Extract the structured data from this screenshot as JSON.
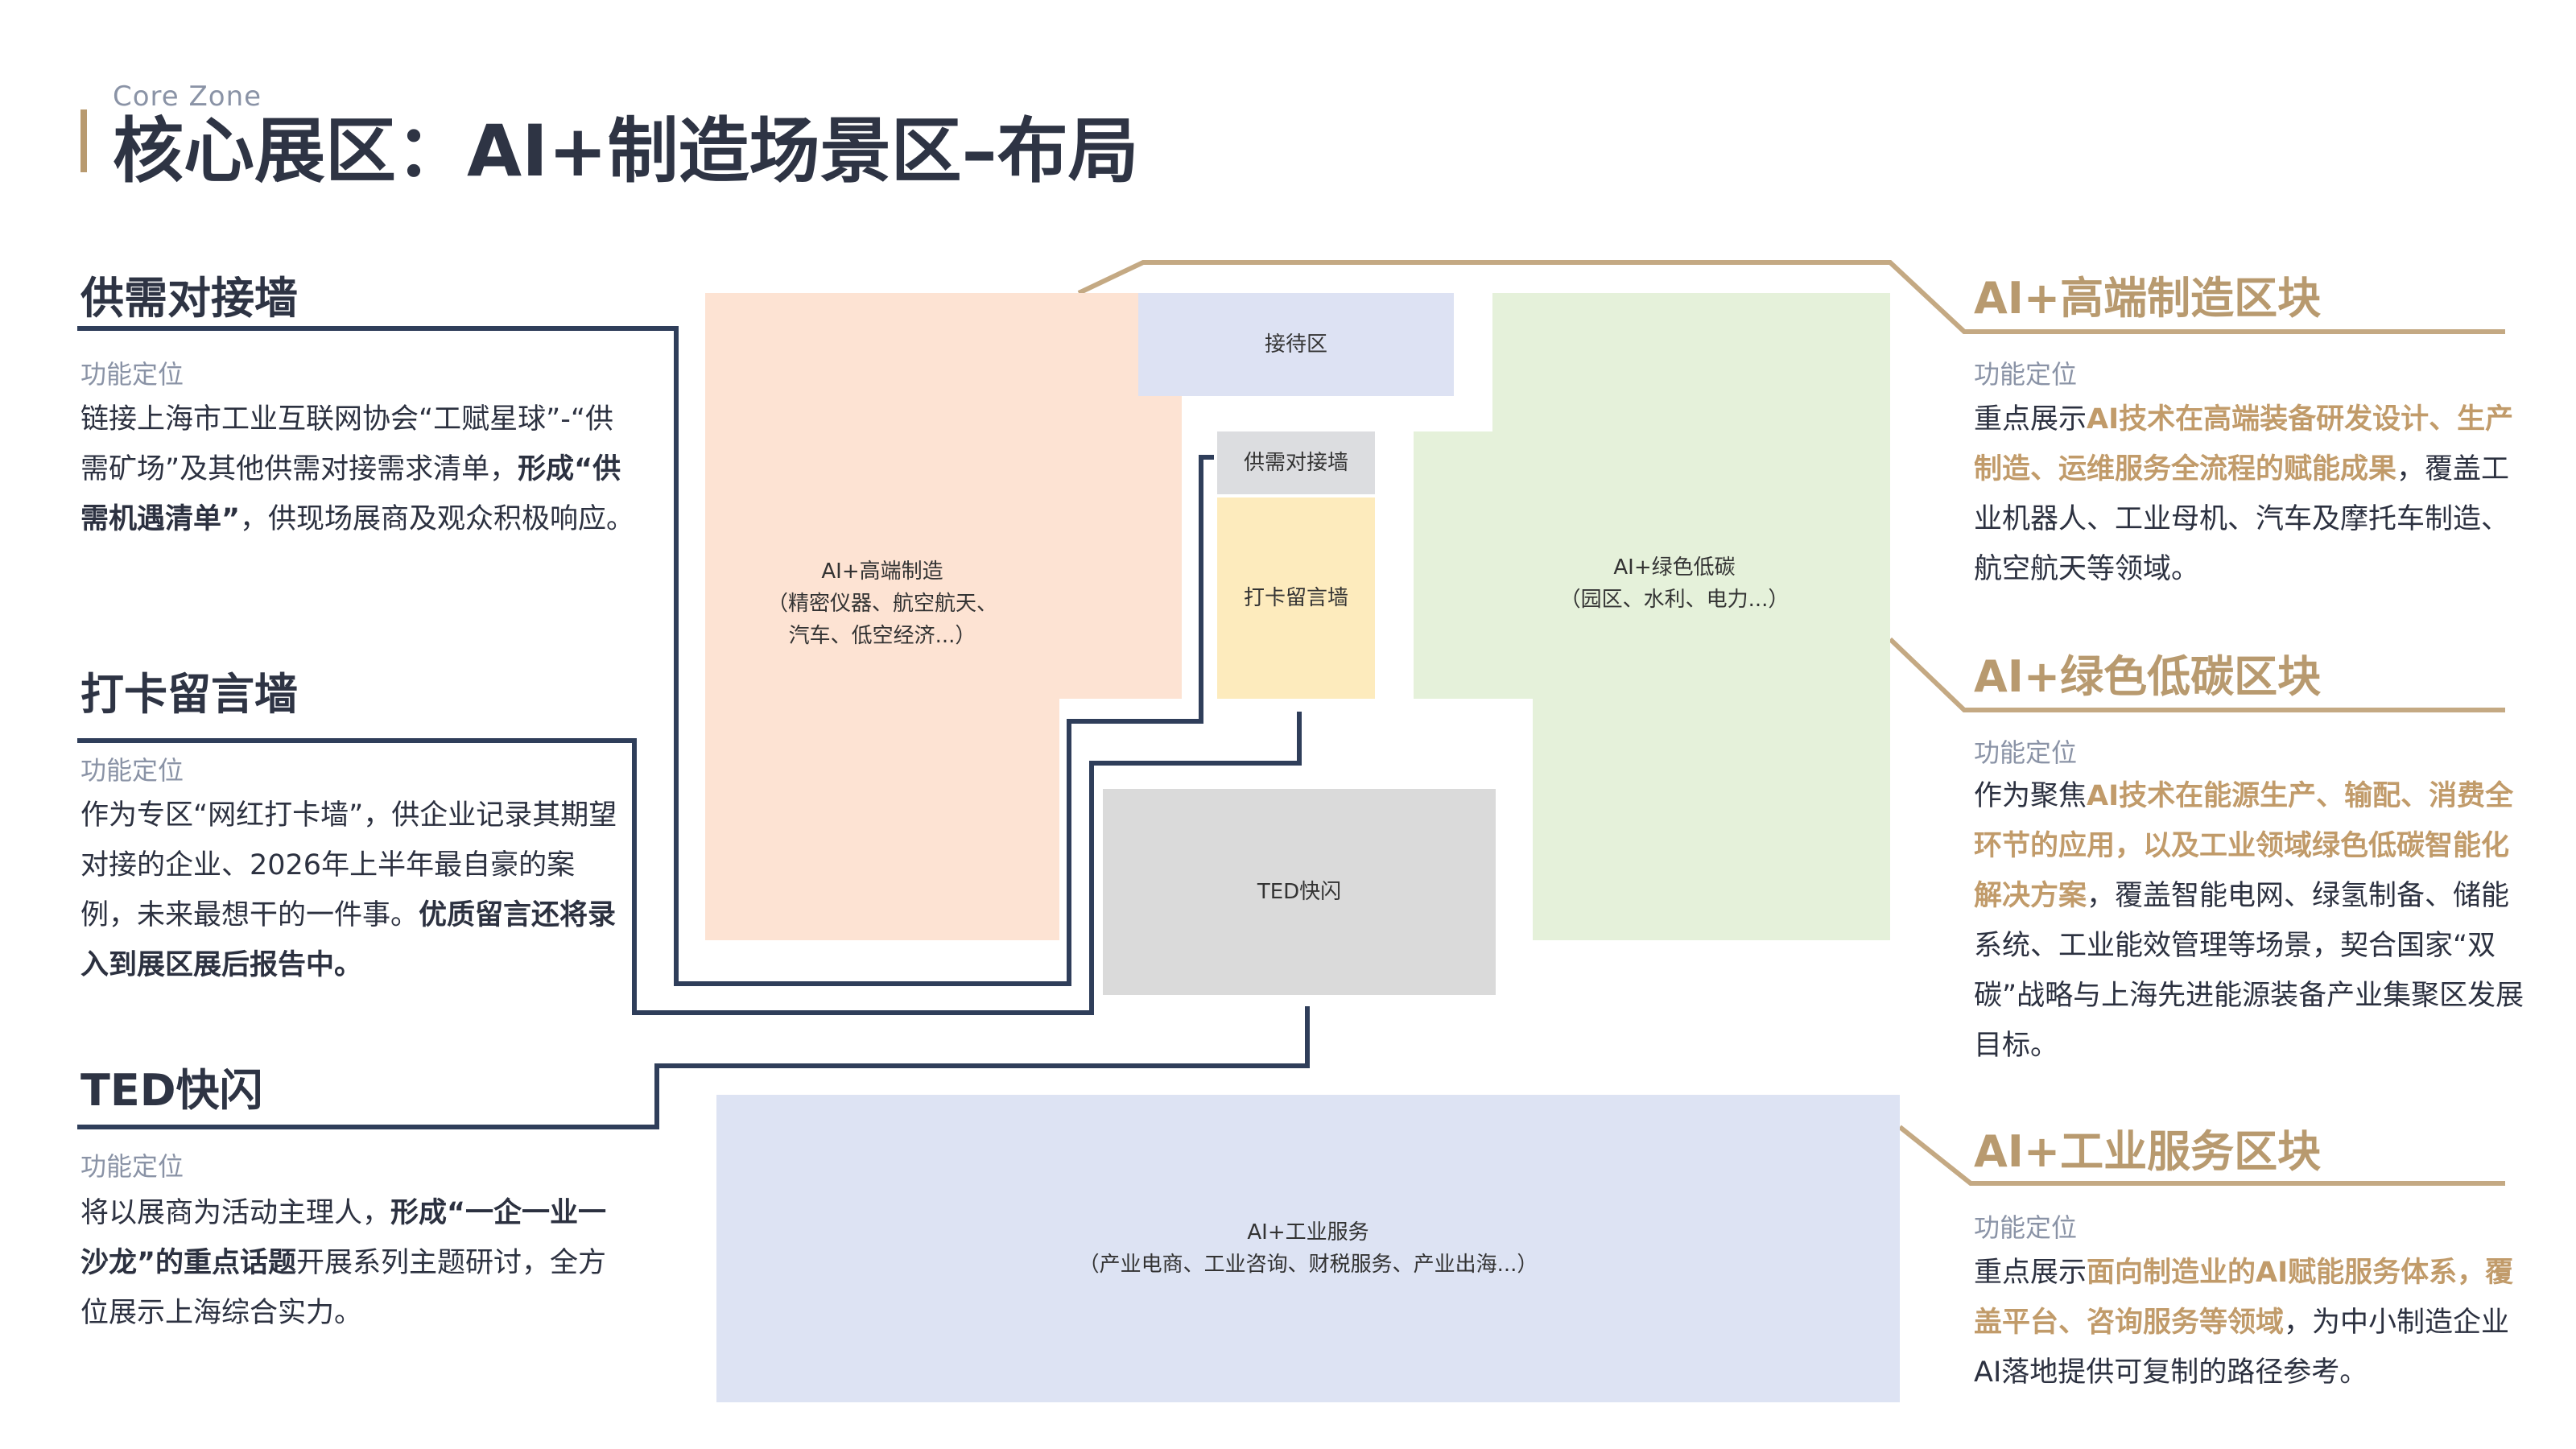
{
  "header": {
    "eyebrow": "Core Zone",
    "title": "核心展区：AI+制造场景区–布局"
  },
  "left_panels": [
    {
      "title": "供需对接墙",
      "subtitle": "功能定位",
      "body_segments": [
        {
          "text": "链接上海市工业互联网协会“工赋星球”-“供需矿场”及其他供需对接需求清单，",
          "bold": false
        },
        {
          "text": "形成“供需机遇清单”",
          "bold": true
        },
        {
          "text": "，供现场展商及观众积极响应。",
          "bold": false
        }
      ]
    },
    {
      "title": "打卡留言墙",
      "subtitle": "功能定位",
      "body_segments": [
        {
          "text": "作为专区“网红打卡墙”，供企业记录其期望对接的企业、2026年上半年最自豪的案例，未来最想干的一件事。",
          "bold": false
        },
        {
          "text": "优质留言还将录入到展区展后报告中。",
          "bold": true
        }
      ]
    },
    {
      "title": "TED快闪",
      "subtitle": "功能定位",
      "body_segments": [
        {
          "text": "将以展商为活动主理人，",
          "bold": false
        },
        {
          "text": "形成“一企一业一沙龙”的重点话题",
          "bold": true
        },
        {
          "text": "开展系列主题研讨，全方位展示上海综合实力。",
          "bold": false
        }
      ]
    }
  ],
  "right_panels": [
    {
      "title": "AI+高端制造区块",
      "subtitle": "功能定位",
      "body_segments": [
        {
          "text": "重点展示",
          "hl": false
        },
        {
          "text": "AI技术在高端装备研发设计、生产制造、运维服务全流程的赋能成果",
          "hl": true
        },
        {
          "text": "，覆盖工业机器人、工业母机、汽车及摩托车制造、航空航天等领域。",
          "hl": false
        }
      ]
    },
    {
      "title": "AI+绿色低碳区块",
      "subtitle": "功能定位",
      "body_segments": [
        {
          "text": "作为聚焦",
          "hl": false
        },
        {
          "text": "AI技术在能源生产、输配、消费全环节的应用，以及工业领域绿色低碳智能化解决方案",
          "hl": true
        },
        {
          "text": "，覆盖智能电网、绿氢制备、储能系统、工业能效管理等场景，契合国家“双碳”战略与上海先进能源装备产业集聚区发展目标。",
          "hl": false
        }
      ]
    },
    {
      "title": "AI+工业服务区块",
      "subtitle": "功能定位",
      "body_segments": [
        {
          "text": "重点展示",
          "hl": false
        },
        {
          "text": "面向制造业的AI赋能服务体系，覆盖平台、咨询服务等领域",
          "hl": true
        },
        {
          "text": "，为中小制造企业AI落地提供可复制的路径参考。",
          "hl": false
        }
      ]
    }
  ],
  "diagram": {
    "reception": "接待区",
    "supply_wall": "供需对接墙",
    "checkin_wall": "打卡留言墙",
    "ted": "TED快闪",
    "high_end": {
      "name": "AI+高端制造",
      "detail_1": "（精密仪器、航空航天、",
      "detail_2": "汽车、低空经济...）"
    },
    "green": {
      "name": "AI+绿色低碳",
      "detail": "（园区、水利、电力...）"
    },
    "service": {
      "name": "AI+工业服务",
      "detail": "（产业电商、工业咨询、财税服务、产业出海...）"
    }
  },
  "colors": {
    "navy": "#2f3e5a",
    "gold": "#b89a6f",
    "high_end_fill": "#fde3d3",
    "green_fill": "#e5f1da",
    "reception_fill": "#dde2f3",
    "supply_fill": "#dcdde0",
    "checkin_fill": "#fdebbd",
    "ted_fill": "#dadada",
    "service_fill": "#dde3f3"
  }
}
